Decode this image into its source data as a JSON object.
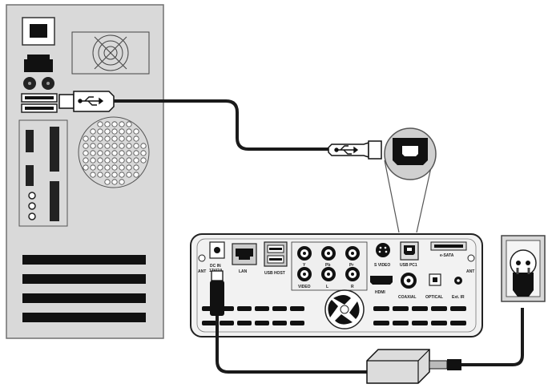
{
  "figure": {
    "description_free": true
  },
  "media_player": {
    "rear_labels": {
      "dc_in": "DC IN",
      "dc_in_voltage": "12V/2A",
      "lan": "LAN",
      "usb_host": "USB HOST",
      "y": "Y",
      "pb": "Pb",
      "pr": "Pr",
      "video": "VIDEO",
      "l": "L",
      "r": "R",
      "s_video": "S VIDEO",
      "usb_pc": "USB PC1",
      "e_sata": "e-SATA",
      "hdmi": "HDMI",
      "coaxial": "COAXIAL",
      "optical": "OPTICAL",
      "ext_ir": "Ext. IR",
      "ant_left": "ANT",
      "ant_right": "ANT"
    }
  },
  "colors": {
    "pc_case": "#d7d7d7",
    "pc_outline": "#6a6a6a",
    "device_body": "#f2f2f2",
    "cable": "#1a1a1a",
    "dark": "#111111"
  }
}
